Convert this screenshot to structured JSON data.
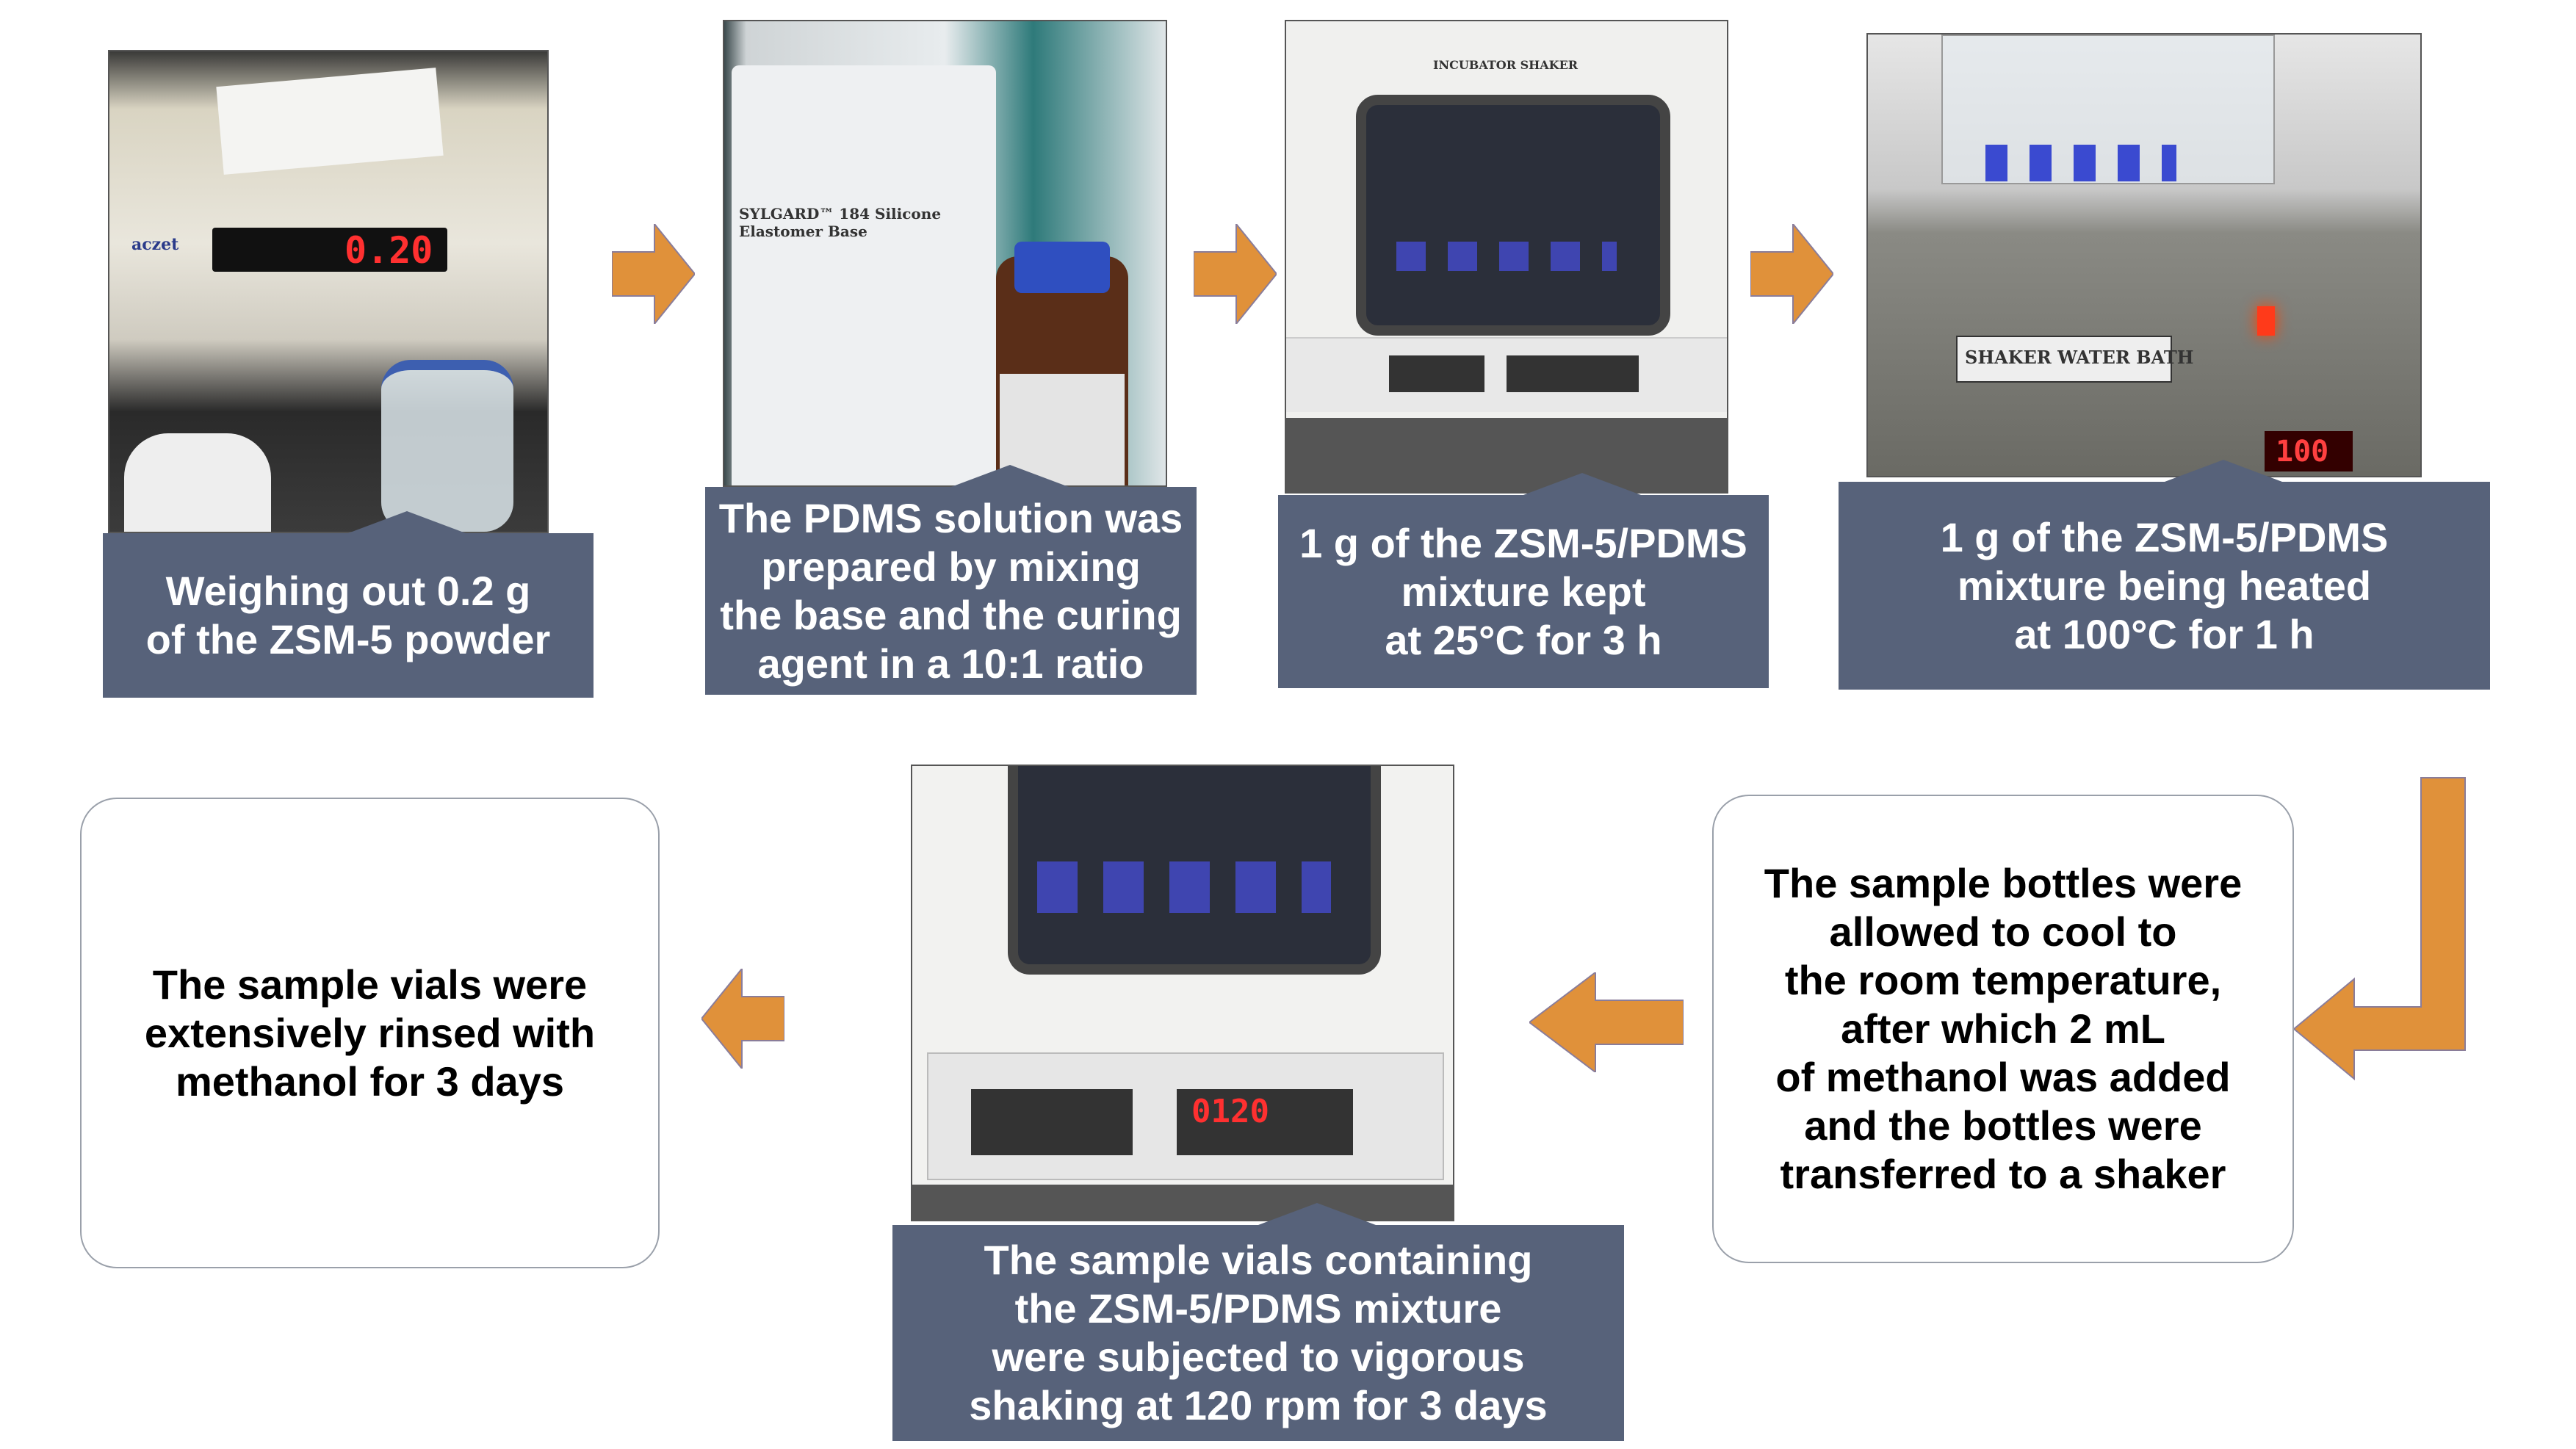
{
  "colors": {
    "caption_bg": "#57627a",
    "arrow": "#e0913a"
  },
  "steps": [
    {
      "caption": "Weighing out 0.2 g\nof the ZSM-5 powder",
      "photo": "analytical-balance",
      "display": "0.20",
      "brand": "aczet"
    },
    {
      "caption": "The PDMS solution was\nprepared by mixing\nthe base and the curing\nagent in a 10:1 ratio",
      "photo": "pdms-bottles",
      "label": "SYLGARD™ 184 Silicone Elastomer Base"
    },
    {
      "caption": "1 g of the ZSM-5/PDMS\nmixture kept\nat 25°C for 3 h",
      "photo": "incubator-shaker",
      "label": "INCUBATOR SHAKER"
    },
    {
      "caption": "1 g of the ZSM-5/PDMS\nmixture being heated\nat 100°C for 1 h",
      "photo": "shaker-water-bath",
      "label": "SHAKER WATER BATH",
      "display": "100"
    },
    {
      "caption": "The sample bottles were\nallowed to cool to\nthe room temperature,\nafter which 2 mL\nof methanol was added\nand the bottles were\ntransferred to a shaker"
    },
    {
      "caption": "The sample vials containing\nthe ZSM-5/PDMS mixture\nwere subjected to vigorous\nshaking at 120 rpm for 3 days",
      "photo": "shaker-incubator",
      "display": "0120"
    },
    {
      "caption": "The sample vials were\nextensively rinsed with\nmethanol for 3 days"
    }
  ]
}
